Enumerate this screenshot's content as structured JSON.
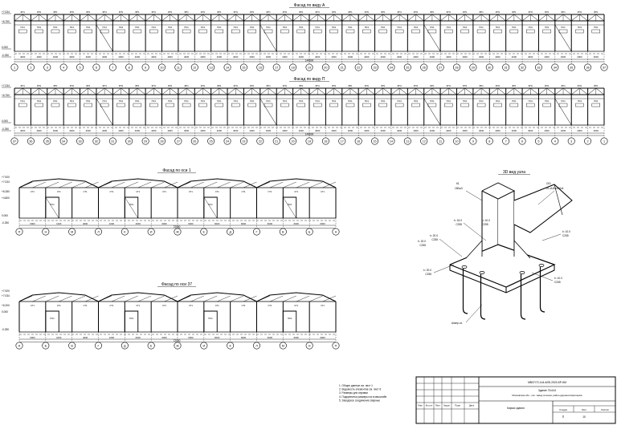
{
  "views": {
    "facade_a": {
      "title": "Фасад по виду А",
      "elevations": [
        "+7.034",
        "+6.750",
        "0.000",
        "-0.250"
      ],
      "axes": [
        "1",
        "2",
        "3",
        "4",
        "5",
        "6",
        "7",
        "8",
        "9",
        "10",
        "11",
        "12",
        "13",
        "14",
        "15",
        "16",
        "17",
        "18",
        "19",
        "20",
        "21",
        "22",
        "23",
        "24",
        "25",
        "26",
        "27",
        "28",
        "29",
        "30",
        "31",
        "32",
        "33",
        "34",
        "35",
        "36",
        "37"
      ],
      "span": "4000",
      "total": "144000",
      "marks": [
        "ФП1",
        "ПО1",
        "ПВ2"
      ]
    },
    "facade_p": {
      "title": "Фасад по виду П",
      "elevations": [
        "+7.034",
        "+6.750",
        "0.000",
        "-0.250"
      ],
      "axes": [
        "37",
        "36",
        "35",
        "34",
        "33",
        "32",
        "31",
        "30",
        "29",
        "28",
        "27",
        "26",
        "25",
        "24",
        "23",
        "22",
        "21",
        "20",
        "19",
        "18",
        "17",
        "16",
        "15",
        "14",
        "13",
        "12",
        "11",
        "10",
        "9",
        "8",
        "7",
        "6",
        "5",
        "4",
        "3",
        "2",
        "1"
      ],
      "span": "4000",
      "total": "144000",
      "marks": [
        "ФП1",
        "ПО1",
        "ПВ2"
      ]
    },
    "axis1": {
      "title": "Фасад по оси 1",
      "elevations": [
        "+7.920",
        "+7.034",
        "+6.280",
        "+4.800",
        "0.000",
        "-0.250"
      ],
      "axes": [
        "П",
        "Н",
        "М",
        "Л",
        "К",
        "И",
        "Ж",
        "Е",
        "Д",
        "Г",
        "В",
        "Б",
        "А"
      ],
      "dims": [
        "6000",
        "1200",
        "4000",
        "1000",
        "4000",
        "6000",
        "6000",
        "6000",
        "6000",
        "6000",
        "6000",
        "6000",
        "6000"
      ],
      "total": "72000",
      "marks": [
        "СТ1",
        "ВС1",
        "ПО1",
        "1:1(2)"
      ]
    },
    "axis37": {
      "title": "Фасад по оси 37",
      "elevations": [
        "+7.920",
        "+7.034",
        "+6.200",
        "0.000",
        "-0.250"
      ],
      "axes": [
        "А",
        "Б",
        "В",
        "Г",
        "Д",
        "Е",
        "Ж",
        "И",
        "К",
        "Л",
        "М",
        "Н",
        "П"
      ],
      "dims": [
        "6000",
        "1000",
        "4000",
        "1000",
        "6000",
        "6000",
        "6000",
        "6000",
        "6000",
        "6000",
        "6000",
        "6000",
        "6000"
      ],
      "total": "72000",
      "marks": [
        "СТ1",
        "ВС1",
        "ПО1"
      ]
    },
    "node3d": {
      "title": "3D вид узла",
      "labels": [
        "К1",
        "150ш3",
        "СК1",
        "Гн-з140х140х4",
        "t= 16.0",
        "С255",
        "t= 10.0",
        "С255",
        "t= 20.0",
        "С255",
        "t= 20.0",
        "С255",
        "t= 20.0",
        "С255",
        "t= 10.0",
        "С255",
        "t= 10.0",
        "С255",
        "Анкер сэ."
      ]
    }
  },
  "notes": [
    "1. Общие данные см. лист 1",
    "2. Ведомость элементов см. лист 6",
    "3. Размеры для справки",
    "4. Подкрепитья размеры на в масштабе",
    "5. Заводское соединение сварные"
  ],
  "title_block": {
    "code": "МВ37/72-144-6/05.2020-КР-КМ",
    "project": "Здание 72х144",
    "location": "Московская обл., пос. завод склонов, район деревни Нарпшцков",
    "sheet_name": "Каркас здания",
    "headers": [
      "Изм",
      "Кол.уч",
      "Лист",
      "№док",
      "Подп.",
      "Дата"
    ],
    "stage_headers": [
      "Стадия",
      "Лист",
      "Листов"
    ],
    "stage": "П",
    "sheet": "10"
  }
}
